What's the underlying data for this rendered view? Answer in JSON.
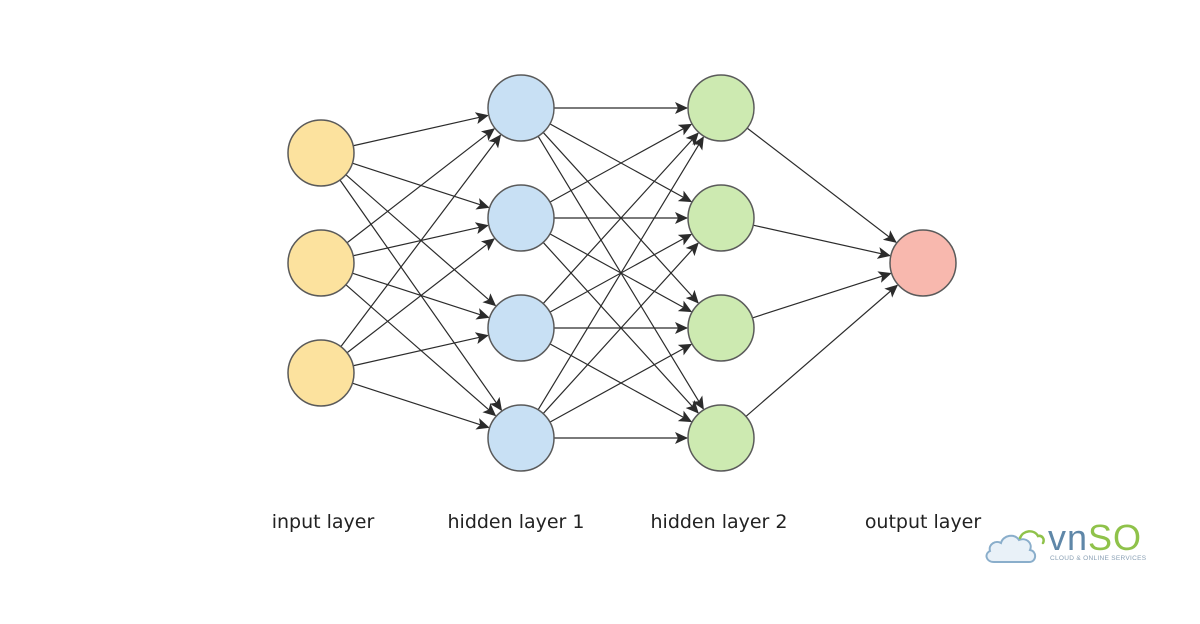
{
  "diagram": {
    "layers": [
      {
        "label": "input layer",
        "nodes": 3,
        "color": "#fce29e",
        "stroke": "#5a5a5a"
      },
      {
        "label": "hidden layer 1",
        "nodes": 4,
        "color": "#c8e0f4",
        "stroke": "#5a5a5a"
      },
      {
        "label": "hidden layer 2",
        "nodes": 4,
        "color": "#cdeab1",
        "stroke": "#5a5a5a"
      },
      {
        "label": "output layer",
        "nodes": 1,
        "color": "#f8b8ae",
        "stroke": "#5a5a5a"
      }
    ],
    "connections": "fully-connected",
    "edge_color": "#2b2b2b"
  },
  "logo": {
    "brand_vn": "vn",
    "brand_so": "SO",
    "tagline": "CLOUD & ONLINE SERVICES",
    "icon": "cloud-icon"
  }
}
